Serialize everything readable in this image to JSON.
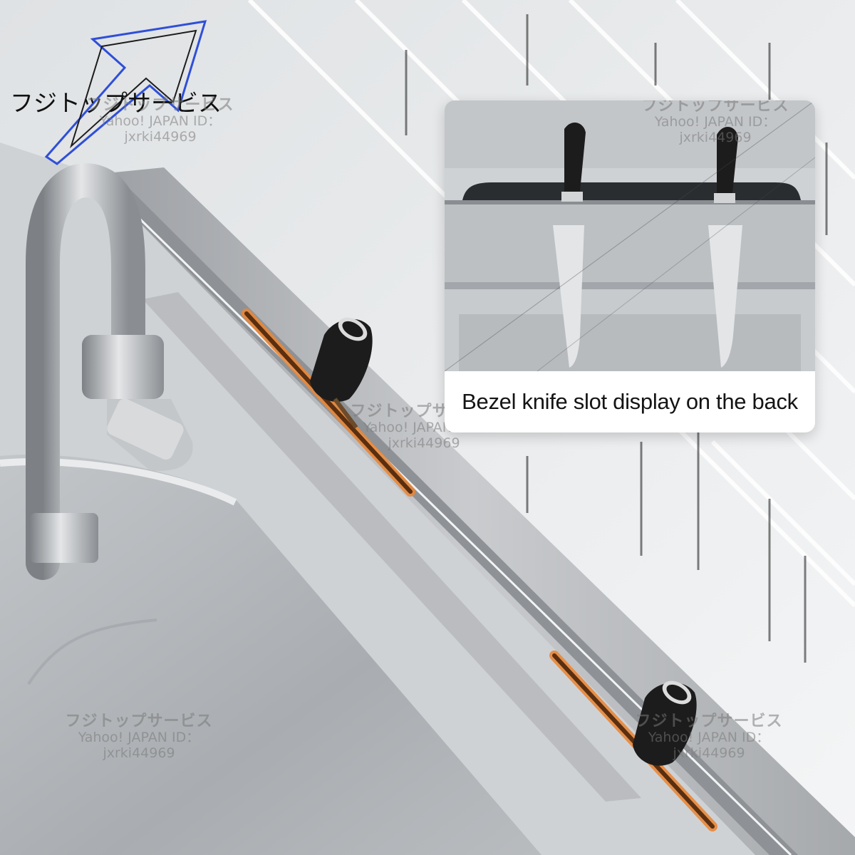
{
  "logo": {
    "icon": "arrow-logo",
    "text": "フジトップサービス",
    "accent_color": "#2f4fd8"
  },
  "watermark": {
    "brand": "フジトップサービス",
    "id_label": "Yahoo! JAPAN ID：",
    "id_value": "jxrki44969"
  },
  "inset": {
    "caption": "Bezel knife slot display on the back"
  },
  "colors": {
    "slot_glow": "#e8883a",
    "steel": "#b9bcbf",
    "knife_handle": "#1c1c1c"
  }
}
